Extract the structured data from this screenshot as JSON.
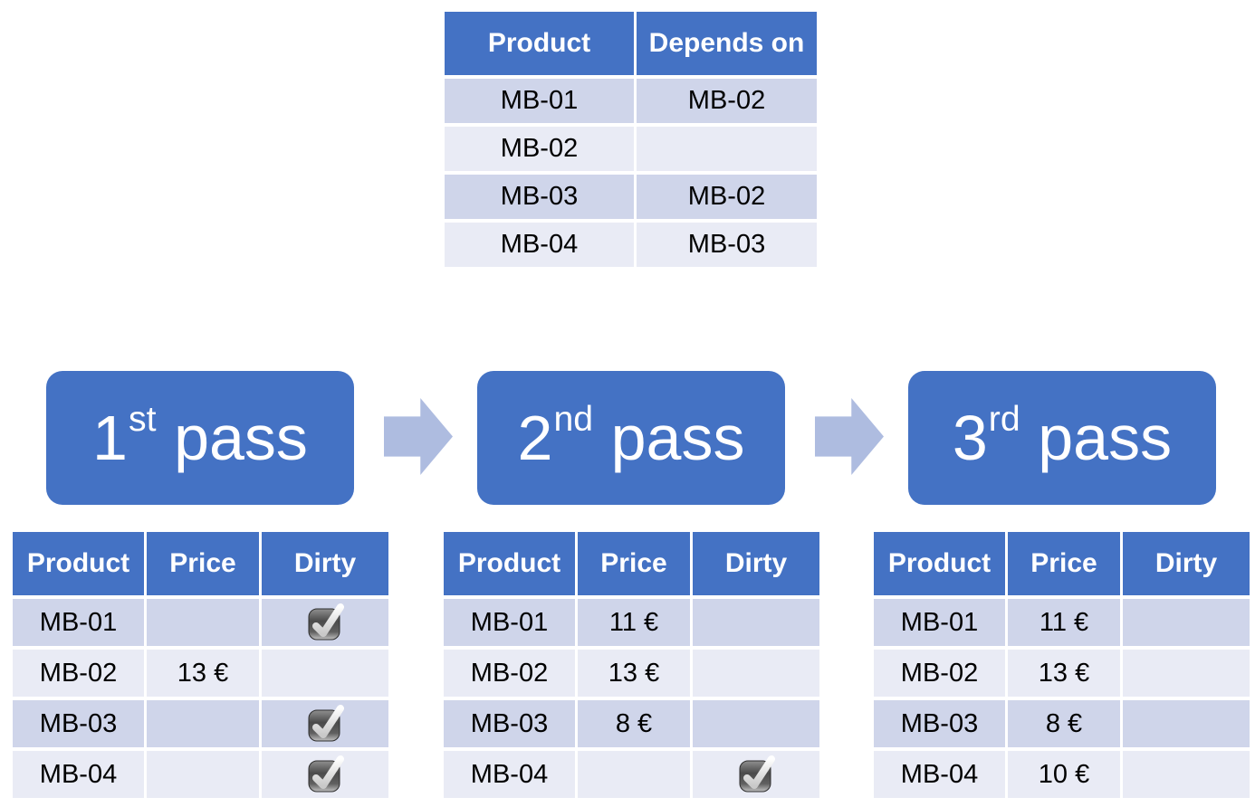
{
  "colors": {
    "accent": "#4472C4",
    "band_dark": "#CFD5EA",
    "band_light": "#E9EBF5",
    "arrow": "#AEBCE0",
    "header_text": "#FFFFFF",
    "body_text": "#000000"
  },
  "dependency_table": {
    "headers": [
      "Product",
      "Depends on"
    ],
    "rows": [
      [
        "MB-01",
        "MB-02"
      ],
      [
        "MB-02",
        ""
      ],
      [
        "MB-03",
        "MB-02"
      ],
      [
        "MB-04",
        "MB-03"
      ]
    ]
  },
  "passes": [
    {
      "number": "1",
      "ordinal": "st",
      "word": "pass",
      "table": {
        "headers": [
          "Product",
          "Price",
          "Dirty"
        ],
        "rows": [
          {
            "product": "MB-01",
            "price": "",
            "dirty": true
          },
          {
            "product": "MB-02",
            "price": "13 €",
            "dirty": false
          },
          {
            "product": "MB-03",
            "price": "",
            "dirty": true
          },
          {
            "product": "MB-04",
            "price": "",
            "dirty": true
          }
        ]
      }
    },
    {
      "number": "2",
      "ordinal": "nd",
      "word": "pass",
      "table": {
        "headers": [
          "Product",
          "Price",
          "Dirty"
        ],
        "rows": [
          {
            "product": "MB-01",
            "price": "11 €",
            "dirty": false
          },
          {
            "product": "MB-02",
            "price": "13 €",
            "dirty": false
          },
          {
            "product": "MB-03",
            "price": "8 €",
            "dirty": false
          },
          {
            "product": "MB-04",
            "price": "",
            "dirty": true
          }
        ]
      }
    },
    {
      "number": "3",
      "ordinal": "rd",
      "word": "pass",
      "table": {
        "headers": [
          "Product",
          "Price",
          "Dirty"
        ],
        "rows": [
          {
            "product": "MB-01",
            "price": "11 €",
            "dirty": false
          },
          {
            "product": "MB-02",
            "price": "13 €",
            "dirty": false
          },
          {
            "product": "MB-03",
            "price": "8 €",
            "dirty": false
          },
          {
            "product": "MB-04",
            "price": "10 €",
            "dirty": false
          }
        ]
      }
    }
  ]
}
